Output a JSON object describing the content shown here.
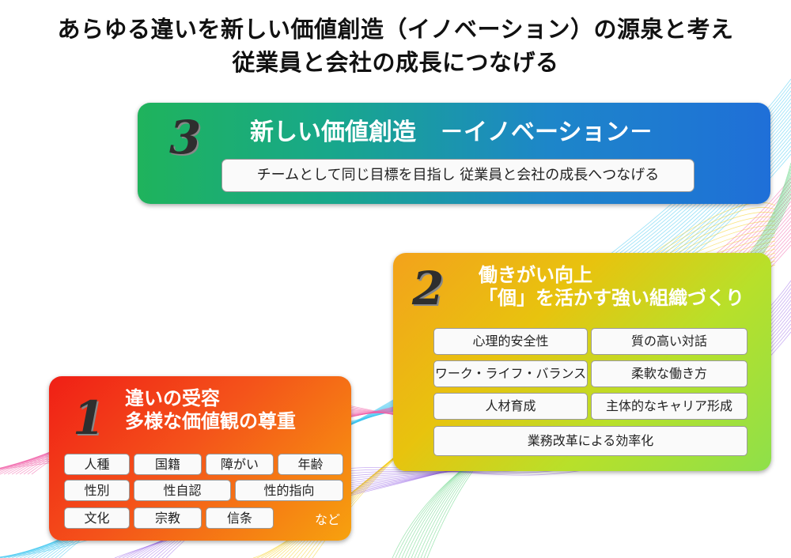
{
  "title": {
    "line1": "あらゆる違いを新しい価値創造（イノベーション）の源泉と考え",
    "line2": "従業員と会社の成長につなげる"
  },
  "step3": {
    "number": "3",
    "heading": "新しい価値創造　－イノベーション－",
    "description": "チームとして同じ目標を目指し 従業員と会社の成長へつなげる",
    "color": "#1d86c9"
  },
  "step2": {
    "number": "2",
    "heading_line1": "働きがい向上",
    "heading_line2": "「個」を活かす強い組織づくり",
    "items": [
      "心理的安全性",
      "質の高い対話",
      "ワーク・ライフ・バランス",
      "柔軟な働き方",
      "人材育成",
      "主体的なキャリア形成",
      "業務改革による効率化"
    ],
    "color": "#b8e02a"
  },
  "step1": {
    "number": "1",
    "heading_line1": "違いの受容",
    "heading_line2": "多様な価値観の尊重",
    "items": [
      "人種",
      "国籍",
      "障がい",
      "年齢",
      "性別",
      "性自認",
      "性的指向",
      "文化",
      "宗教",
      "信条"
    ],
    "suffix": "など",
    "color": "#f4531a"
  }
}
